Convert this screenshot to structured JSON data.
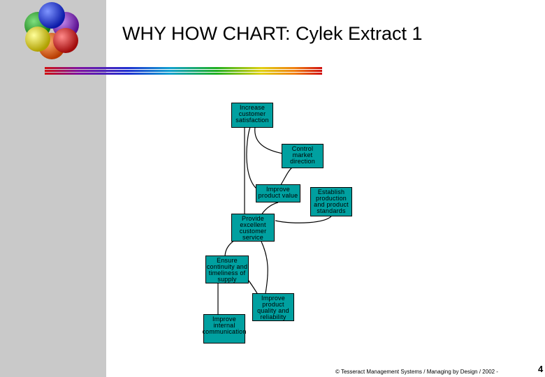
{
  "title": "WHY HOW CHART: Cylek Extract 1",
  "colors": {
    "sidebar": "#c9c9c9",
    "box_fill": "#00a0a0",
    "logo_balls": [
      "#1a8f1a",
      "#7a1ab0",
      "#1a2fd0",
      "#e03a10",
      "#e0d000",
      "#d02020"
    ]
  },
  "logo_icon": "colored-spheres-cluster",
  "boxes": {
    "increase_customer_satisfaction": "Increase customer satisfaction",
    "control_market_direction": "Control market direction",
    "improve_product_value": "Improve product value",
    "establish_production_standards": "Establish production and product standards",
    "provide_excellent_service": "Provide excellent customer service",
    "ensure_continuity_supply": "Ensure continuity and timeliness of supply",
    "improve_internal_communication": "Improve internal communication",
    "improve_quality_reliability": "Improve product quality and reliability"
  },
  "footer": {
    "copyright": "© Tesseract Management Systems / Managing by Design / 2002 -",
    "page_number": "4"
  }
}
